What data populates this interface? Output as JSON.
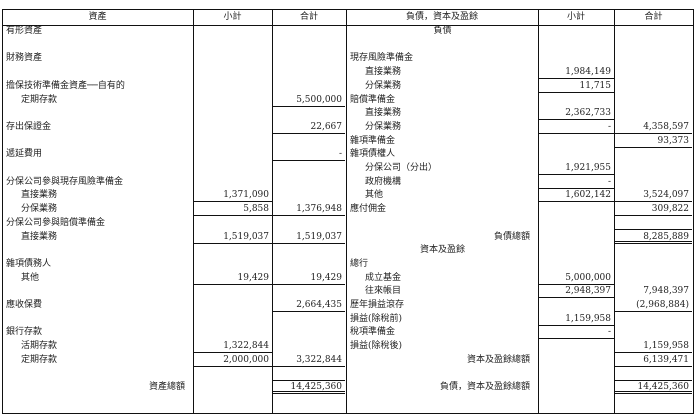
{
  "headers": {
    "left_label": "資產",
    "left_sub": "小計",
    "left_total": "合計",
    "right_label": "負債，資本及盈餘",
    "right_sub": "小計",
    "right_total": "合計"
  },
  "assets": [
    {
      "label": "有形資產",
      "indent": 0,
      "sub": "",
      "total": ""
    },
    {
      "label": "",
      "indent": 0,
      "sub": "",
      "total": ""
    },
    {
      "label": "財務資產",
      "indent": 0,
      "sub": "",
      "total": ""
    },
    {
      "label": "",
      "indent": 0,
      "sub": "",
      "total": ""
    },
    {
      "label": "擔保技術準備金資產──自有的",
      "indent": 0,
      "sub": "",
      "total": ""
    },
    {
      "label": "定期存款",
      "indent": 1,
      "sub": "",
      "total": "5,500,000",
      "tr": "u"
    },
    {
      "label": "",
      "indent": 0,
      "sub": "",
      "total": ""
    },
    {
      "label": "存出保證金",
      "indent": 0,
      "sub": "",
      "total": "22,667",
      "tr": "u"
    },
    {
      "label": "",
      "indent": 0,
      "sub": "",
      "total": ""
    },
    {
      "label": "遞延費用",
      "indent": 0,
      "sub": "",
      "total": "-",
      "tr": "u"
    },
    {
      "label": "",
      "indent": 0,
      "sub": "",
      "total": ""
    },
    {
      "label": "分保公司參與現存風險準備金",
      "indent": 0,
      "sub": "",
      "total": ""
    },
    {
      "label": "直接業務",
      "indent": 1,
      "sub": "1,371,090",
      "sr": "u",
      "total": ""
    },
    {
      "label": "分保業務",
      "indent": 1,
      "sub": "5,858",
      "sr": "u",
      "total": "1,376,948",
      "tr": "u"
    },
    {
      "label": "分保公司參與賠償準備金",
      "indent": 0,
      "sub": "",
      "total": ""
    },
    {
      "label": "直接業務",
      "indent": 1,
      "sub": "1,519,037",
      "sr": "u",
      "total": "1,519,037",
      "tr": "u"
    },
    {
      "label": "",
      "indent": 0,
      "sub": "",
      "total": ""
    },
    {
      "label": "雜項債務人",
      "indent": 0,
      "sub": "",
      "total": ""
    },
    {
      "label": "其他",
      "indent": 1,
      "sub": "19,429",
      "sr": "u",
      "total": "19,429",
      "tr": "u"
    },
    {
      "label": "",
      "indent": 0,
      "sub": "",
      "total": ""
    },
    {
      "label": "應收保費",
      "indent": 0,
      "sub": "",
      "total": "2,664,435",
      "tr": "u"
    },
    {
      "label": "",
      "indent": 0,
      "sub": "",
      "total": ""
    },
    {
      "label": "銀行存款",
      "indent": 0,
      "sub": "",
      "total": ""
    },
    {
      "label": "活期存款",
      "indent": 1,
      "sub": "1,322,844",
      "sr": "u",
      "total": ""
    },
    {
      "label": "定期存款",
      "indent": 1,
      "sub": "2,000,000",
      "sr": "u",
      "total": "3,322,844",
      "tr": "u"
    },
    {
      "label": "",
      "indent": 0,
      "sub": "",
      "total": "",
      "tr": "u"
    },
    {
      "label": "資產總額",
      "indent": 3,
      "sub": "",
      "total": "14,425,360",
      "tr": "uu"
    }
  ],
  "liabilities": [
    {
      "label": "負債",
      "indent": 2,
      "sub": "",
      "total": ""
    },
    {
      "label": "",
      "indent": 0,
      "sub": "",
      "total": ""
    },
    {
      "label": "現存風險準備金",
      "indent": 0,
      "sub": "",
      "total": ""
    },
    {
      "label": "直接業務",
      "indent": 1,
      "sub": "1,984,149",
      "sr": "u",
      "total": ""
    },
    {
      "label": "分保業務",
      "indent": 1,
      "sub": "11,715",
      "sr": "u",
      "total": ""
    },
    {
      "label": "賠償準備金",
      "indent": 0,
      "sub": "",
      "total": ""
    },
    {
      "label": "直接業務",
      "indent": 1,
      "sub": "2,362,733",
      "sr": "u",
      "total": ""
    },
    {
      "label": "分保業務",
      "indent": 1,
      "sub": "-",
      "sr": "u",
      "total": "4,358,597",
      "tr": "u"
    },
    {
      "label": "雜項準備金",
      "indent": 0,
      "sub": "",
      "total": "93,373",
      "tr": "u"
    },
    {
      "label": "雜項債權人",
      "indent": 0,
      "sub": "",
      "total": ""
    },
    {
      "label": "分保公司（分出）",
      "indent": 1,
      "sub": "1,921,955",
      "sr": "u",
      "total": ""
    },
    {
      "label": "政府機構",
      "indent": 1,
      "sub": "-",
      "sr": "u",
      "total": ""
    },
    {
      "label": "其他",
      "indent": 1,
      "sub": "1,602,142",
      "sr": "u",
      "total": "3,524,097",
      "tr": "u"
    },
    {
      "label": "應付佣金",
      "indent": 0,
      "sub": "",
      "total": "309,822",
      "tr": "u"
    },
    {
      "label": "",
      "indent": 0,
      "sub": "",
      "total": "",
      "tr": "u"
    },
    {
      "label": "負債總額",
      "indent": 3,
      "sub": "",
      "total": "8,285,889",
      "tr": "uu"
    },
    {
      "label": "資本及盈餘",
      "indent": 2,
      "sub": "",
      "total": ""
    },
    {
      "label": "總行",
      "indent": 0,
      "sub": "",
      "total": ""
    },
    {
      "label": "成立基金",
      "indent": 1,
      "sub": "5,000,000",
      "sr": "u",
      "total": ""
    },
    {
      "label": "往來帳目",
      "indent": 1,
      "sub": "2,948,397",
      "sr": "u",
      "total": "7,948,397"
    },
    {
      "label": "歷年損益滾存",
      "indent": 0,
      "sub": "",
      "total": "(2,968,884)",
      "tr": "u"
    },
    {
      "label": "損益(除稅前)",
      "indent": 0,
      "sub": "1,159,958",
      "sr": "u",
      "total": ""
    },
    {
      "label": "稅項準備金",
      "indent": 0,
      "sub": "-",
      "sr": "u",
      "total": ""
    },
    {
      "label": "損益(除稅後)",
      "indent": 0,
      "sub": "",
      "total": "1,159,958",
      "tr": "u"
    },
    {
      "label": "資本及盈餘總額",
      "indent": 3,
      "sub": "",
      "total": "6,139,471",
      "tr": "u"
    },
    {
      "label": "",
      "indent": 0,
      "sub": "",
      "total": "",
      "tr": "u"
    },
    {
      "label": "負債，資本及盈餘總額",
      "indent": 3,
      "sub": "",
      "total": "14,425,360",
      "tr": "uu"
    }
  ]
}
